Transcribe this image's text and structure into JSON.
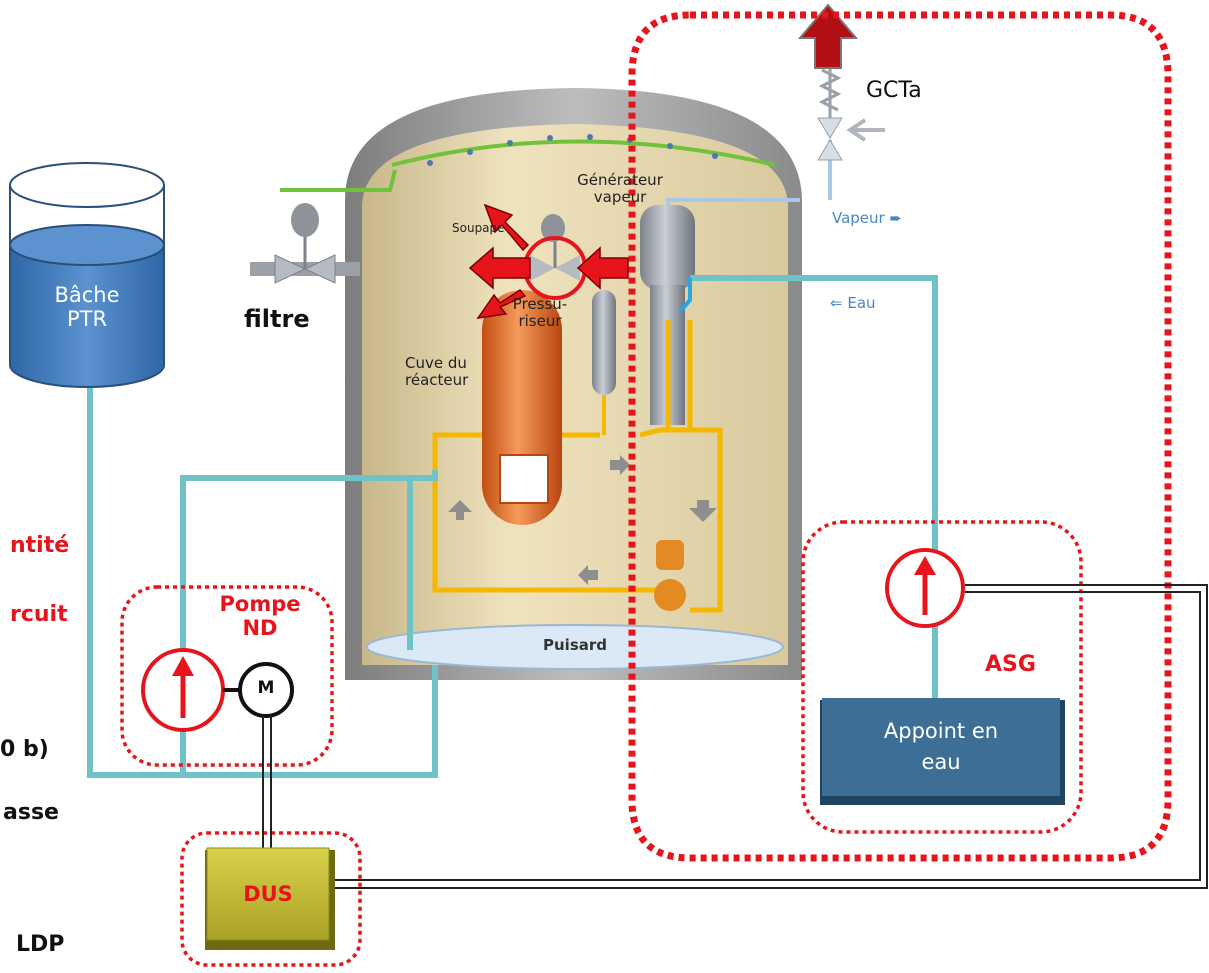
{
  "colors": {
    "red": "#e8141c",
    "water_pipe": "#6fc3c8",
    "primary_loop": "#f5b700",
    "steam": "#a8c8e8",
    "spray": "#6fc23a",
    "tank_blue": "#3f78b8",
    "appoint_box": "#3d6f96",
    "dus_box": "#c9c23a"
  },
  "labels": {
    "bache": "Bâche\nPTR",
    "filtre": "filtre",
    "gcta": "GCTa",
    "gen_vapeur": "Générateur\nvapeur",
    "soupape": "Soupape",
    "pressuriseur": "Pressu-\nriseur",
    "cuve": "Cuve du\nréacteur",
    "puisard": "Puisard",
    "vapeur": "Vapeur ➨",
    "eau": "⇐ Eau",
    "pompe_nd": "Pompe\nND",
    "motor": "M",
    "asg": "ASG",
    "appoint": "Appoint en\neau",
    "dus": "DUS"
  },
  "left_text": {
    "line1": "ntité",
    "line2": "rcuit",
    "line3": "0 b)",
    "line4": "asse",
    "line5": "LDP"
  }
}
